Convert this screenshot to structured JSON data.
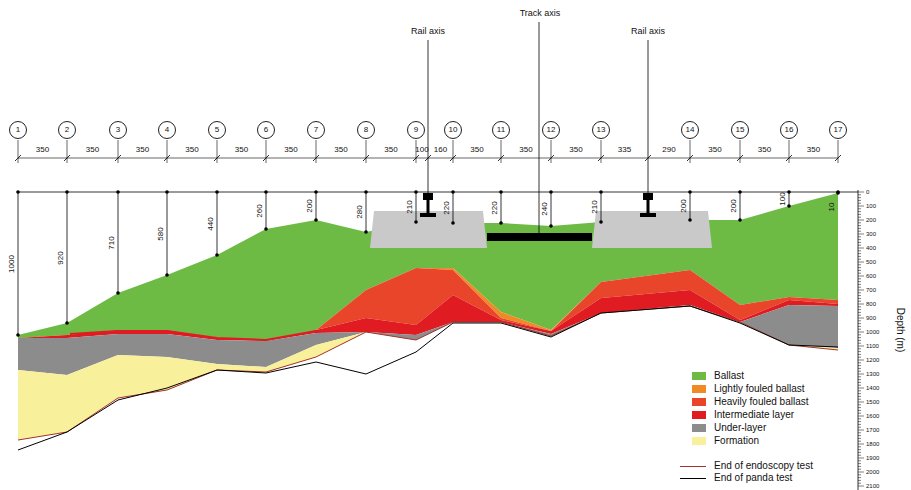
{
  "diagram": {
    "nodes": [
      {
        "text": [
          "1"
        ]
      },
      {
        "text": [
          "2"
        ]
      },
      {
        "text": [
          "3"
        ]
      },
      {
        "text": [
          "4"
        ]
      },
      {
        "text": [
          "5"
        ]
      },
      {
        "text": [
          "6"
        ]
      },
      {
        "text": [
          "7"
        ]
      },
      {
        "text": [
          "8"
        ]
      },
      {
        "text": [
          "9"
        ]
      },
      {
        "text": [
          "10"
        ]
      },
      {
        "text": [
          "11"
        ]
      },
      {
        "text": [
          "12"
        ]
      },
      {
        "text": [
          "13"
        ]
      },
      {
        "text": [
          "14"
        ]
      },
      {
        "text": [
          "15"
        ]
      },
      {
        "text": [
          "16"
        ]
      },
      {
        "text": [
          "17"
        ]
      }
    ],
    "edges": [],
    "labels": [
      "Track axis",
      "Rail axis",
      "Rail axis",
      "350",
      "350",
      "350",
      "350",
      "350",
      "350",
      "350",
      "350",
      "100",
      "160",
      "350",
      "350",
      "350",
      "335",
      "290",
      "350",
      "350",
      "350",
      "1000",
      "920",
      "710",
      "580",
      "440",
      "260",
      "200",
      "280",
      "210",
      "220",
      "220",
      "240",
      "210",
      "200",
      "200",
      "100",
      "10",
      "0",
      "100",
      "200",
      "300",
      "400",
      "500",
      "600",
      "700",
      "800",
      "900",
      "1000",
      "1100",
      "1200",
      "1300",
      "1400",
      "1500",
      "1600",
      "1700",
      "1800",
      "1900",
      "2000",
      "2100",
      "Depth (m)"
    ],
    "legend": [
      {
        "text": "Ballast",
        "color": "#6dbb45"
      },
      {
        "text": "Lightly fouled ballast",
        "color": "#f08a24"
      },
      {
        "text": "Heavily fouled ballast",
        "color": "#e8452a"
      },
      {
        "text": "Intermediate layer",
        "color": "#e01b22"
      },
      {
        "text": "Under-layer",
        "color": "#8c8c8c"
      },
      {
        "text": "Formation",
        "color": "#f8f09a"
      },
      {
        "text": "End of endoscopy test"
      },
      {
        "text": "End of panda test"
      }
    ]
  }
}
